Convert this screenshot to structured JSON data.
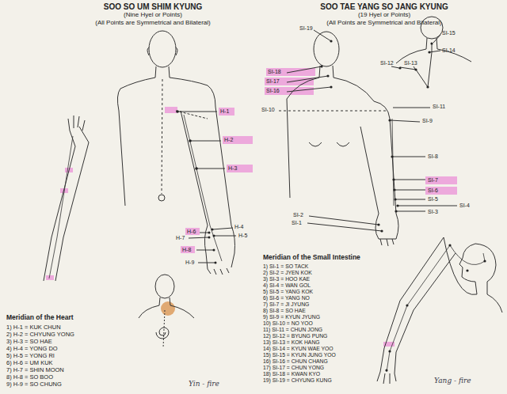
{
  "diagram": {
    "labels": [
      "SOO SO UM SHIM KYUNG",
      "(Nine Hyel or Points)",
      "(All Points are Symmetrical and Bilateral)",
      "H-1",
      "H-2",
      "H-3",
      "H-4",
      "H-5",
      "H-6",
      "H-7",
      "H-8",
      "H-9",
      "Meridian of the Heart",
      "1) H-1 = KUK CHUN",
      "2) H-2 = CHYUNG YONG",
      "3) H-3 = SO HAE",
      "4) H-4 = YONG DO",
      "5) H-5 = YONG RI",
      "6) H-6 = UM KUK",
      "7) H-7 = SHIN MOON",
      "8) H-8 = SO BOO",
      "9) H-9 = SO CHUNG",
      "Yin - fire",
      "SOO TAE YANG SO JANG KYUNG",
      "(19 Hyel or Points)",
      "(All Points are Symmetrical and Bilateral)",
      "SI-19",
      "SI-18",
      "SI-17",
      "SI-16",
      "SI-15",
      "SI-14",
      "SI-12",
      "SI-13",
      "SI-10",
      "SI-11",
      "SI-9",
      "SI-8",
      "SI-7",
      "SI-6",
      "SI-5",
      "SI-4",
      "SI-3",
      "SI-2",
      "SI-1",
      "Meridian of the Small Intestine",
      "1) SI-1 = SO TACK",
      "2) SI-2 = JYEN KOK",
      "3) SI-3 = HOO KAE",
      "4) SI-4 = WAN GOL",
      "5) SI-5 = YANG KOK",
      "6) SI-6 = YANG NO",
      "7) SI-7 = JI JYUNG",
      "8) SI-8 = SO HAE",
      "9) SI-9 = KYUN JYUNG",
      "10) SI-10 = NO YOO",
      "11) SI-11 = CHUN JONG",
      "12) SI-12 = BYUNG PUNG",
      "13) SI-13 = KOK HANG",
      "14) SI-14 = KYUN WAE YOO",
      "15) SI-15 = KYUN JUNG YOO",
      "16) SI-16 = CHUN CHANG",
      "17) SI-17 = CHUN YONG",
      "18) SI-18 = KWAN KYO",
      "19) SI-19 = CHYUNG KUNG",
      "Yang - fire"
    ]
  }
}
